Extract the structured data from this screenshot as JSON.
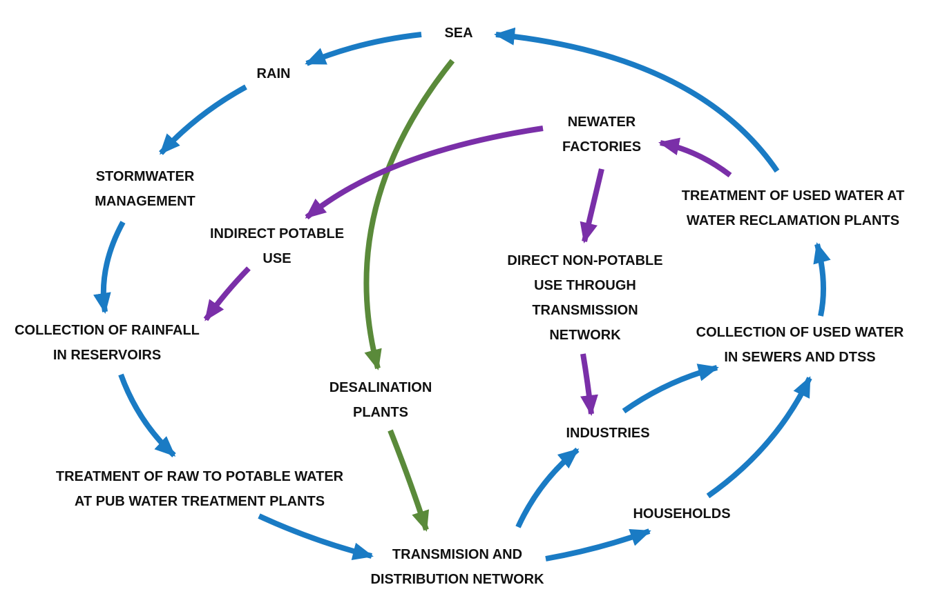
{
  "colors": {
    "flow_blue": "#1a7bc4",
    "flow_green": "#5a8a3a",
    "flow_purple": "#7a2fa8",
    "text": "#111111"
  },
  "nodes": {
    "sea": {
      "lines": [
        "SEA"
      ]
    },
    "rain": {
      "lines": [
        "RAIN"
      ]
    },
    "stormwater": {
      "lines": [
        "STORMWATER",
        "MANAGEMENT"
      ]
    },
    "indirect_potable": {
      "lines": [
        "INDIRECT POTABLE",
        "USE"
      ]
    },
    "collection_rainfall": {
      "lines": [
        "COLLECTION OF RAINFALL",
        "IN RESERVOIRS"
      ]
    },
    "desalination": {
      "lines": [
        "DESALINATION",
        "PLANTS"
      ]
    },
    "treatment_raw": {
      "lines": [
        "TREATMENT OF RAW TO POTABLE WATER",
        "AT PUB WATER TREATMENT PLANTS"
      ]
    },
    "transmission": {
      "lines": [
        "TRANSMISION AND",
        "DISTRIBUTION NETWORK"
      ]
    },
    "newater": {
      "lines": [
        "NEWATER",
        "FACTORIES"
      ]
    },
    "direct_nonpotable": {
      "lines": [
        "DIRECT NON-POTABLE",
        "USE THROUGH",
        "TRANSMISSION",
        "NETWORK"
      ]
    },
    "industries": {
      "lines": [
        "INDUSTRIES"
      ]
    },
    "households": {
      "lines": [
        "HOUSEHOLDS"
      ]
    },
    "collection_used": {
      "lines": [
        "COLLECTION OF USED WATER",
        "IN SEWERS AND DTSS"
      ]
    },
    "treatment_used": {
      "lines": [
        "TREATMENT OF USED WATER AT",
        "WATER RECLAMATION PLANTS"
      ]
    }
  },
  "flows": [
    {
      "from": "sea",
      "to": "rain",
      "color": "blue"
    },
    {
      "from": "rain",
      "to": "stormwater",
      "color": "blue"
    },
    {
      "from": "stormwater",
      "to": "collection_rainfall",
      "color": "blue"
    },
    {
      "from": "collection_rainfall",
      "to": "treatment_raw",
      "color": "blue"
    },
    {
      "from": "treatment_raw",
      "to": "transmission",
      "color": "blue"
    },
    {
      "from": "transmission",
      "to": "industries",
      "color": "blue"
    },
    {
      "from": "transmission",
      "to": "households",
      "color": "blue"
    },
    {
      "from": "industries",
      "to": "collection_used",
      "color": "blue"
    },
    {
      "from": "households",
      "to": "collection_used",
      "color": "blue"
    },
    {
      "from": "collection_used",
      "to": "treatment_used",
      "color": "blue"
    },
    {
      "from": "treatment_used",
      "to": "sea",
      "color": "blue"
    },
    {
      "from": "sea",
      "to": "desalination",
      "color": "green"
    },
    {
      "from": "desalination",
      "to": "transmission",
      "color": "green"
    },
    {
      "from": "treatment_used",
      "to": "newater",
      "color": "purple"
    },
    {
      "from": "newater",
      "to": "indirect_potable",
      "color": "purple"
    },
    {
      "from": "newater",
      "to": "direct_nonpotable",
      "color": "purple"
    },
    {
      "from": "indirect_potable",
      "to": "collection_rainfall",
      "color": "purple"
    },
    {
      "from": "direct_nonpotable",
      "to": "industries",
      "color": "purple"
    }
  ]
}
